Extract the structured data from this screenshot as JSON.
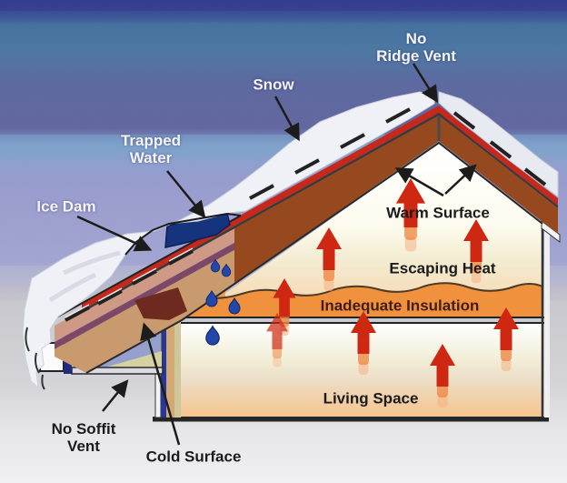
{
  "title": "Ice dam formation roof cross-section diagram",
  "labels": {
    "snow": "Snow",
    "no_ridge_vent_line1": "No",
    "no_ridge_vent_line2": "Ridge Vent",
    "trapped_water_line1": "Trapped",
    "trapped_water_line2": "Water",
    "ice_dam": "Ice Dam",
    "warm_surface": "Warm Surface",
    "escaping_heat": "Escaping Heat",
    "inadequate_insulation": "Inadequate Insulation",
    "living_space": "Living Space",
    "no_soffit_vent_line1": "No Soffit",
    "no_soffit_vent_line2": "Vent",
    "cold_surface": "Cold Surface"
  },
  "colors": {
    "sky_top": "#323a8e",
    "sky_steel_blue": "#4a7aa2",
    "sky_slate": "#63679f",
    "sky_light_blue": "#7fa9d0",
    "sky_lavender": "#9b9fce",
    "ground_gray": "#c9c9cd",
    "ground_light": "#ececef",
    "snow_white": "#eff1f6",
    "shingle_red": "#c6281c",
    "deck_brown": "#96491e",
    "exposed_shingle_pink": "#cf9a85",
    "shingle_stripe_purple": "#7c4868",
    "eave_tan": "#c89a6e",
    "stain_maroon": "#6e2a1e",
    "water_navy": "#16337d",
    "droplet_blue": "#2446a8",
    "insulation_orange": "#f0913e",
    "living_peach": "#f6c48d",
    "attic_cream": "#f8e2c4",
    "heat_arrow_red": "#cf2812",
    "heat_arrow_orange": "#f08a45",
    "pointer_black": "#1c1c1c",
    "fascia_white": "#fbfbfb",
    "under_eave_lavender": "#96a0cc",
    "under_eave_khaki": "#d5d1a1",
    "wall_navy": "#27379b",
    "wall_tan": "#d2a874"
  }
}
